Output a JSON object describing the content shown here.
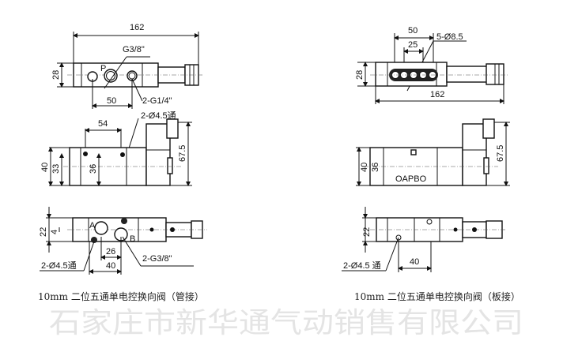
{
  "watermark": "石家庄市新华通气动销售有限公司",
  "left": {
    "top_view": {
      "overall_length": "162",
      "height": "28",
      "port_spacing": "50",
      "port_p": "G3/8\"",
      "ports_exhaust": "2-G1/4\"",
      "port_label": "P"
    },
    "side_view": {
      "hole_offset": "54",
      "mount_holes": "2-Ø4.5通",
      "height_40": "40",
      "height_33": "33",
      "height_36": "36",
      "total_height": "67.5"
    },
    "bottom_view": {
      "width": "22",
      "offset": "4",
      "spacing_26": "26",
      "spacing_40": "40",
      "mount_holes": "2-Ø4.5通",
      "ports_ab": "2-G3/8\"",
      "port_a": "A",
      "port_b": "B"
    },
    "caption": "10mm 二位五通单电控换向阀（管接）"
  },
  "right": {
    "top_view": {
      "spacing_50": "50",
      "spacing_25": "25",
      "holes": "5-Ø8.5",
      "height": "28",
      "overall_length": "162"
    },
    "side_view": {
      "height_40": "40",
      "height_36": "36",
      "total_height": "67.5",
      "port_marks": "OAPBO"
    },
    "bottom_view": {
      "width": "22",
      "mount_holes": "2-Ø4.5 通",
      "spacing_40": "40"
    },
    "caption": "10mm 二位五通单电控换向阀（板接）"
  }
}
